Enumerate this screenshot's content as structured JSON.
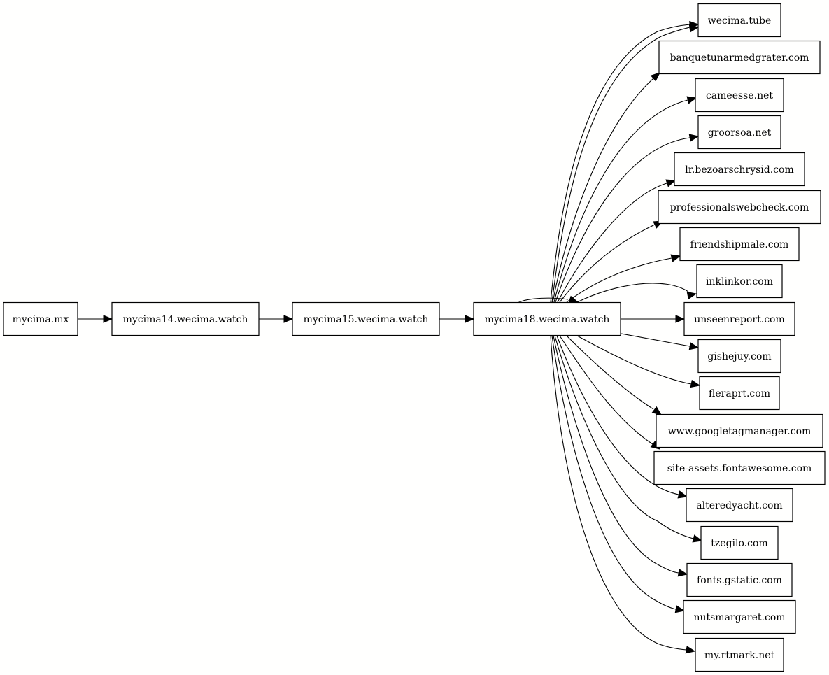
{
  "graph": {
    "nodes": [
      {
        "id": "n0",
        "label": "mycima.mx"
      },
      {
        "id": "n1",
        "label": "mycima14.wecima.watch"
      },
      {
        "id": "n2",
        "label": "mycima15.wecima.watch"
      },
      {
        "id": "n3",
        "label": "mycima18.wecima.watch"
      },
      {
        "id": "t0",
        "label": "wecima.tube"
      },
      {
        "id": "t1",
        "label": "banquetunarmedgrater.com"
      },
      {
        "id": "t2",
        "label": "cameesse.net"
      },
      {
        "id": "t3",
        "label": "groorsoa.net"
      },
      {
        "id": "t4",
        "label": "lr.bezoarschrysid.com"
      },
      {
        "id": "t5",
        "label": "professionalswebcheck.com"
      },
      {
        "id": "t6",
        "label": "friendshipmale.com"
      },
      {
        "id": "t7",
        "label": "inklinkor.com"
      },
      {
        "id": "t8",
        "label": "unseenreport.com"
      },
      {
        "id": "t9",
        "label": "gishejuy.com"
      },
      {
        "id": "t10",
        "label": "fleraprt.com"
      },
      {
        "id": "t11",
        "label": "www.googletagmanager.com"
      },
      {
        "id": "t12",
        "label": "site-assets.fontawesome.com"
      },
      {
        "id": "t13",
        "label": "alteredyacht.com"
      },
      {
        "id": "t14",
        "label": "tzegilo.com"
      },
      {
        "id": "t15",
        "label": "fonts.gstatic.com"
      },
      {
        "id": "t16",
        "label": "nutsmargaret.com"
      },
      {
        "id": "t17",
        "label": "my.rtmark.net"
      }
    ],
    "edges": [
      {
        "from": "n0",
        "to": "n1"
      },
      {
        "from": "n1",
        "to": "n2"
      },
      {
        "from": "n2",
        "to": "n3"
      },
      {
        "from": "n3",
        "to": "n3"
      },
      {
        "from": "n3",
        "to": "t0"
      },
      {
        "from": "n3",
        "to": "t0"
      },
      {
        "from": "n3",
        "to": "t1"
      },
      {
        "from": "n3",
        "to": "t2"
      },
      {
        "from": "n3",
        "to": "t3"
      },
      {
        "from": "n3",
        "to": "t4"
      },
      {
        "from": "n3",
        "to": "t5"
      },
      {
        "from": "n3",
        "to": "t6"
      },
      {
        "from": "n3",
        "to": "t7"
      },
      {
        "from": "n3",
        "to": "t8"
      },
      {
        "from": "n3",
        "to": "t9"
      },
      {
        "from": "n3",
        "to": "t10"
      },
      {
        "from": "n3",
        "to": "t11"
      },
      {
        "from": "n3",
        "to": "t12"
      },
      {
        "from": "n3",
        "to": "t13"
      },
      {
        "from": "n3",
        "to": "t14"
      },
      {
        "from": "n3",
        "to": "t15"
      },
      {
        "from": "n3",
        "to": "t16"
      },
      {
        "from": "n3",
        "to": "t17"
      }
    ]
  },
  "colors": {
    "background": "#fffffe",
    "stroke": "#000000"
  }
}
